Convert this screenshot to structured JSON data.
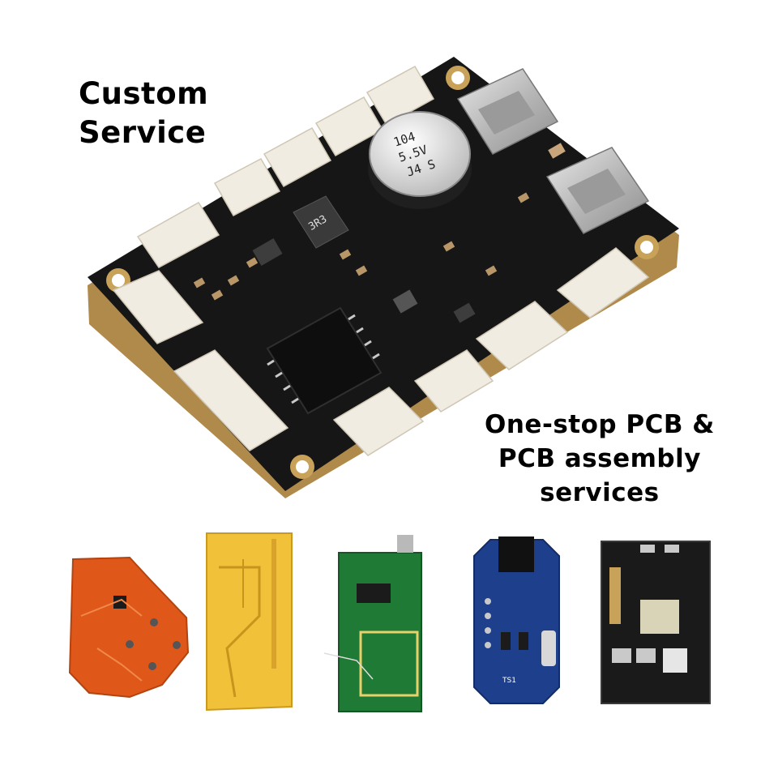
{
  "headline_left": {
    "line1": "Custom",
    "line2": "Service"
  },
  "headline_right": {
    "line1": "One-stop PCB &",
    "line2": "PCB assembly",
    "line3": "services"
  },
  "main_board": {
    "capacitor_label_1": "104",
    "capacitor_label_2": "5.5V",
    "capacitor_label_3": "J4 S",
    "inductor_label": "3R3",
    "blue_board_label": "TS1",
    "colors": {
      "solder_mask": "#161616",
      "board_edge": "#b08a4a",
      "connector": "#f1ece2",
      "usb_metal": "#c9c9c9"
    }
  },
  "sample_boards": {
    "colors": [
      "#e0571a",
      "#f2c13a",
      "#1f7a35",
      "#1d3f8c",
      "#1a1a1a"
    ]
  }
}
